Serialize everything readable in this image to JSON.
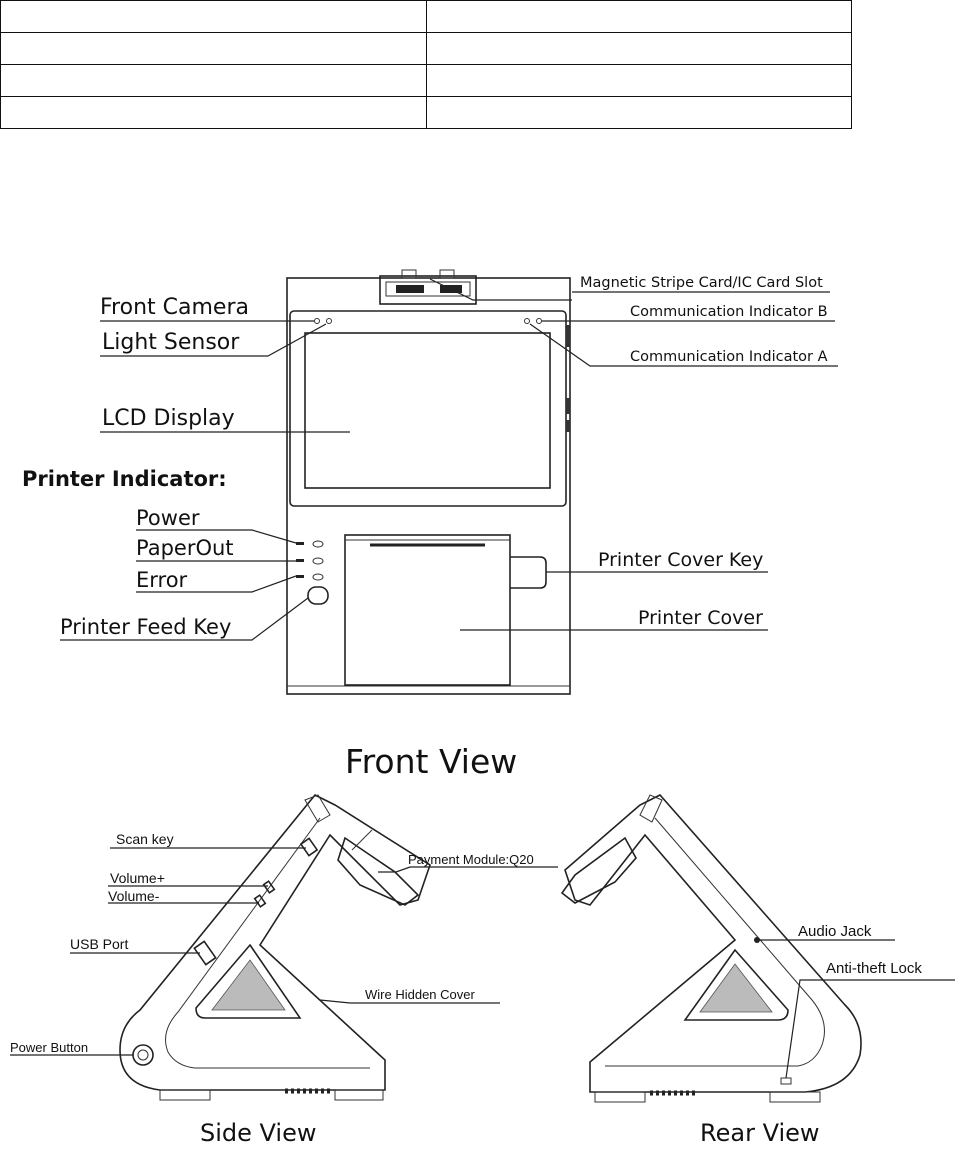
{
  "front_view": {
    "title": "Front View",
    "labels": {
      "front_camera": "Front Camera",
      "light_sensor": "Light Sensor",
      "lcd_display": "LCD Display",
      "printer_indicator": "Printer Indicator:",
      "power": "Power",
      "paper_out": "PaperOut",
      "error": "Error",
      "printer_feed_key": "Printer Feed Key",
      "card_slot": "Magnetic Stripe Card/IC Card Slot",
      "comm_indicator_b": "Communication Indicator B",
      "comm_indicator_a": "Communication Indicator A",
      "printer_cover_key": "Printer Cover Key",
      "printer_cover": "Printer Cover"
    }
  },
  "side_view": {
    "title": "Side View",
    "labels": {
      "scan_key": "Scan key",
      "volume_plus": "Volume+",
      "volume_minus": "Volume-",
      "usb_port": "USB Port",
      "power_button": "Power Button",
      "payment_module": "Payment Module:Q20",
      "wire_hidden_cover": "Wire Hidden Cover"
    }
  },
  "rear_view": {
    "title": "Rear View",
    "labels": {
      "audio_jack": "Audio Jack",
      "anti_theft_lock": "Anti-theft Lock"
    }
  }
}
